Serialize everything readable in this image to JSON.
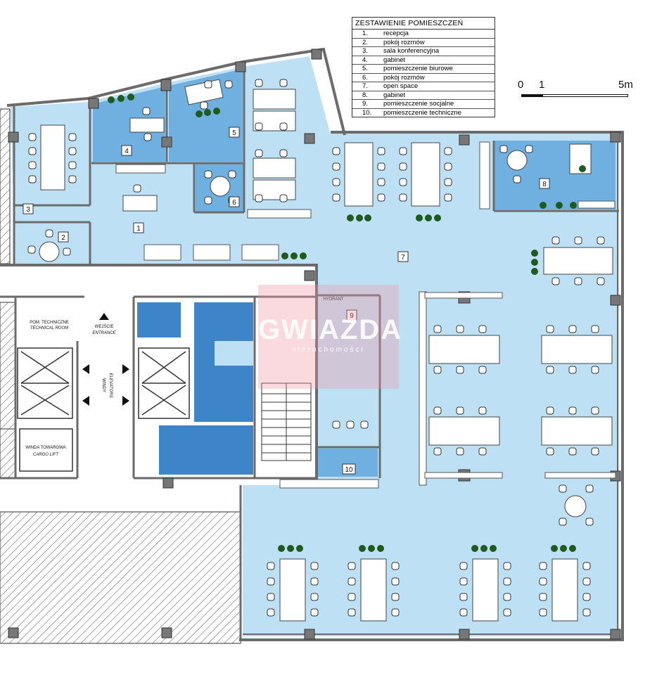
{
  "legend": {
    "title": "ZESTAWIENIE POMIESZCZEŃ",
    "rooms": [
      {
        "num": "1.",
        "name": "recepcja"
      },
      {
        "num": "2.",
        "name": "pokój rozmów"
      },
      {
        "num": "3.",
        "name": "sala konferencyjna"
      },
      {
        "num": "4.",
        "name": "gabinet"
      },
      {
        "num": "5.",
        "name": "pomieszczenie biurowe"
      },
      {
        "num": "6.",
        "name": "pokój rozmów"
      },
      {
        "num": "7.",
        "name": "open space"
      },
      {
        "num": "8.",
        "name": "gabinet"
      },
      {
        "num": "9.",
        "name": "pomieszczenie socjalne"
      },
      {
        "num": "10.",
        "name": "pomieszczenie techniczne"
      }
    ]
  },
  "scale": {
    "zero": "0",
    "one": "1",
    "five": "5m"
  },
  "room_numbers": {
    "r1": "1",
    "r2": "2",
    "r3": "3",
    "r4": "4",
    "r5": "5",
    "r6": "6",
    "r7": "7",
    "r8": "8",
    "r9": "9",
    "r10": "10"
  },
  "labels": {
    "entrance_pl": "WEJŚCIE",
    "entrance_en": "ENTRANCE",
    "elevators_pl": "WINDY",
    "elevators_en": "ELEVATORS",
    "tech_room_pl": "POM. TECHNICZNE",
    "tech_room_en": "TECHNICAL ROOM",
    "cargo_pl": "WINDA TOWAROWA",
    "cargo_en": "CARGO LIFT",
    "hydrant": "HYDRANT"
  },
  "watermark": {
    "brand": "GWIAZDA",
    "tagline": "nieruchomości"
  },
  "colors": {
    "floor": "#bde0f5",
    "room_dark": "#6fb0e0",
    "wc_blue": "#3d84c9",
    "wall": "#6b6b6b",
    "plant": "#1f5a1f"
  }
}
